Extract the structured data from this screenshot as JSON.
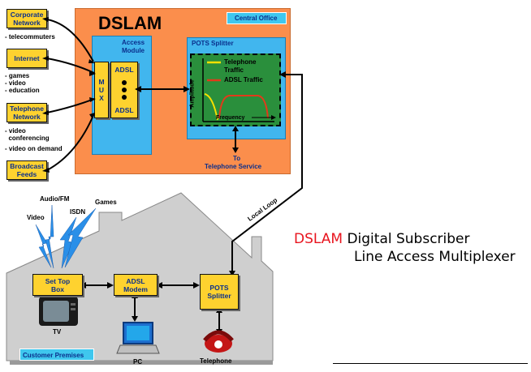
{
  "central_office": {
    "title": "DSLAM",
    "tag": "Central Office",
    "access_module": [
      "Access",
      "Module"
    ],
    "mux": [
      "M",
      "U",
      "X"
    ],
    "adsl_top": "ADSL",
    "adsl_bottom": "ADSL",
    "pots_title": "POTS Splitter",
    "legend_telephone": [
      "Telephone",
      "Traffic"
    ],
    "legend_adsl": "ADSL Traffic",
    "amplitude": "Amplitude",
    "frequency": "Frequency",
    "to_service": [
      "To",
      "Telephone Service"
    ]
  },
  "sources": [
    {
      "label": [
        "Corporate",
        "Network"
      ],
      "notes": [
        "- telecommuters"
      ]
    },
    {
      "label": [
        "Internet"
      ],
      "notes": [
        "- games",
        "- video",
        "- education"
      ]
    },
    {
      "label": [
        "Telephone",
        "Network"
      ],
      "notes": [
        "- video",
        "  conferencing",
        "- video on demand"
      ]
    },
    {
      "label": [
        "Broadcast",
        "Feeds"
      ],
      "notes": []
    }
  ],
  "local_loop": "Local Loop",
  "home": {
    "signals": {
      "audio_fm": "Audio/FM",
      "games": "Games",
      "video": "Video",
      "isdn": "ISDN"
    },
    "set_top_box": [
      "Set Top",
      "Box"
    ],
    "adsl_modem": [
      "ADSL",
      "Modem"
    ],
    "pots_splitter": [
      "POTS",
      "Splitter"
    ],
    "tv": "TV",
    "pc": "PC",
    "telephone": "Telephone",
    "customer_premises": "Customer Premises"
  },
  "definition": {
    "acronym": "DSLAM",
    "line1": "Digital Subscriber",
    "line2": "Line Access Multiplexer"
  },
  "colors": {
    "central_office_bg": "#fb8e4c",
    "access_module_bg": "#41b6ee",
    "box_yellow": "#fed22f",
    "house_gray": "#cfcfcf",
    "dslam_red": "#e8141e",
    "label_blue": "#0a2f8c"
  }
}
